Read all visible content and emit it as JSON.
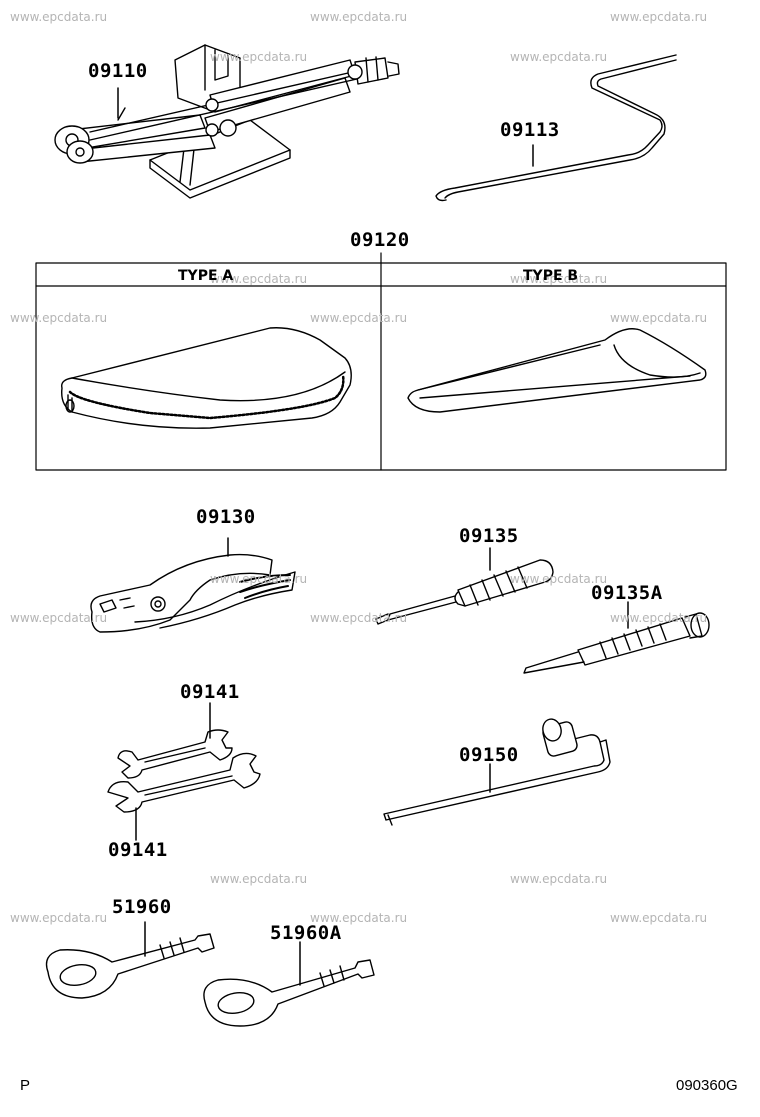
{
  "watermark": "www.epcdata.ru",
  "parts": {
    "jack": "09110",
    "jack_handle": "09113",
    "tool_bag": "09120",
    "pliers": "09130",
    "screwdriver": "09135",
    "screwdriver_alt": "09135A",
    "wrench_top": "09141",
    "wrench_bottom": "09141",
    "wheel_nut_wrench": "09150",
    "towing_eye": "51960",
    "towing_eye_alt": "51960A"
  },
  "tool_bag_types": {
    "type_a": "TYPE  A",
    "type_b": "TYPE  B"
  },
  "corner_left": "P",
  "corner_right": "090360G"
}
